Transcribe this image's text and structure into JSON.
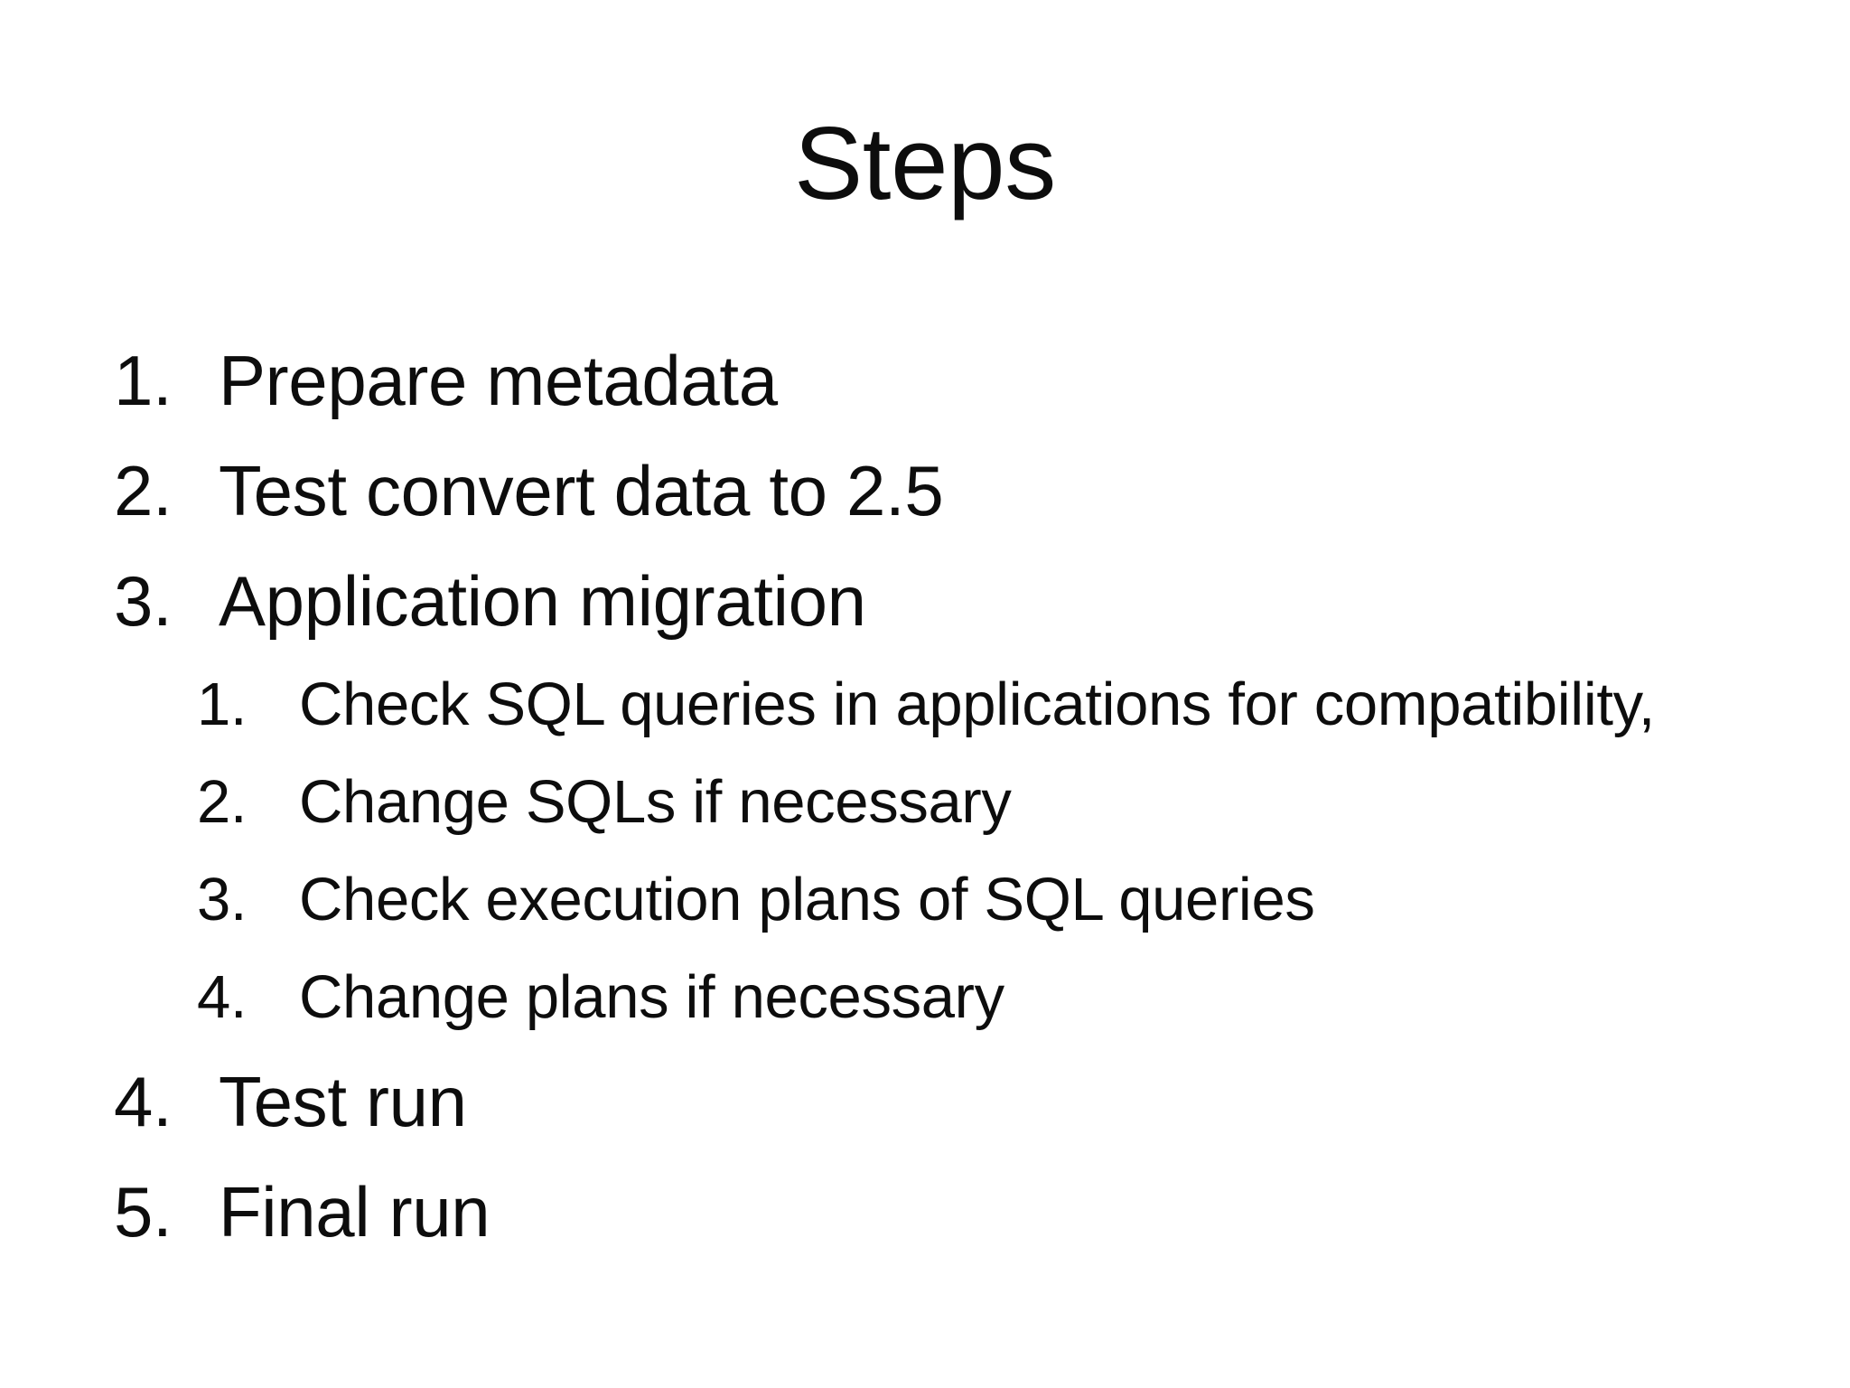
{
  "slide": {
    "title": "Steps",
    "steps": [
      {
        "num": "1.",
        "label": "Prepare metadata",
        "level": 1
      },
      {
        "num": "2.",
        "label": "Test convert data to 2.5",
        "level": 1
      },
      {
        "num": "3.",
        "label": "Application migration",
        "level": 1
      },
      {
        "num": "1.",
        "label": "Check SQL queries in applications for compatibility,",
        "level": 2
      },
      {
        "num": "2.",
        "label": "Change SQLs if necessary",
        "level": 2
      },
      {
        "num": "3.",
        "label": "Check execution plans of SQL queries",
        "level": 2
      },
      {
        "num": "4.",
        "label": "Change plans if necessary",
        "level": 2
      },
      {
        "num": "4.",
        "label": "Test run",
        "level": 1
      },
      {
        "num": "5.",
        "label": "Final run",
        "level": 1
      }
    ],
    "colors": {
      "background": "#ffffff",
      "text": "#0d0d0d"
    }
  }
}
